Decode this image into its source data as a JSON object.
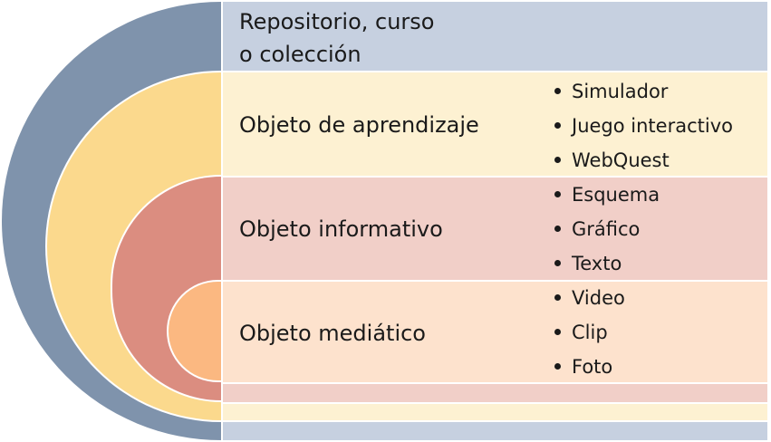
{
  "colors": {
    "outer": "#7f93ac",
    "outer_band": "#c6d0e0",
    "learning": "#fbd98d",
    "learning_band": "#fdf1d2",
    "informative": "#db8d80",
    "informative_band": "#f1cfc8",
    "media": "#fbb881",
    "media_band": "#fde2cd"
  },
  "levels": [
    {
      "title_line1": "Repositorio, curso",
      "title_line2": "o colección"
    },
    {
      "title": "Objeto de aprendizaje",
      "items": [
        "Simulador",
        "Juego interactivo",
        "WebQuest"
      ]
    },
    {
      "title": "Objeto informativo",
      "items": [
        "Esquema",
        "Gráfico",
        "Texto"
      ]
    },
    {
      "title": "Objeto mediático",
      "items": [
        "Video",
        "Clip",
        "Foto"
      ]
    }
  ]
}
